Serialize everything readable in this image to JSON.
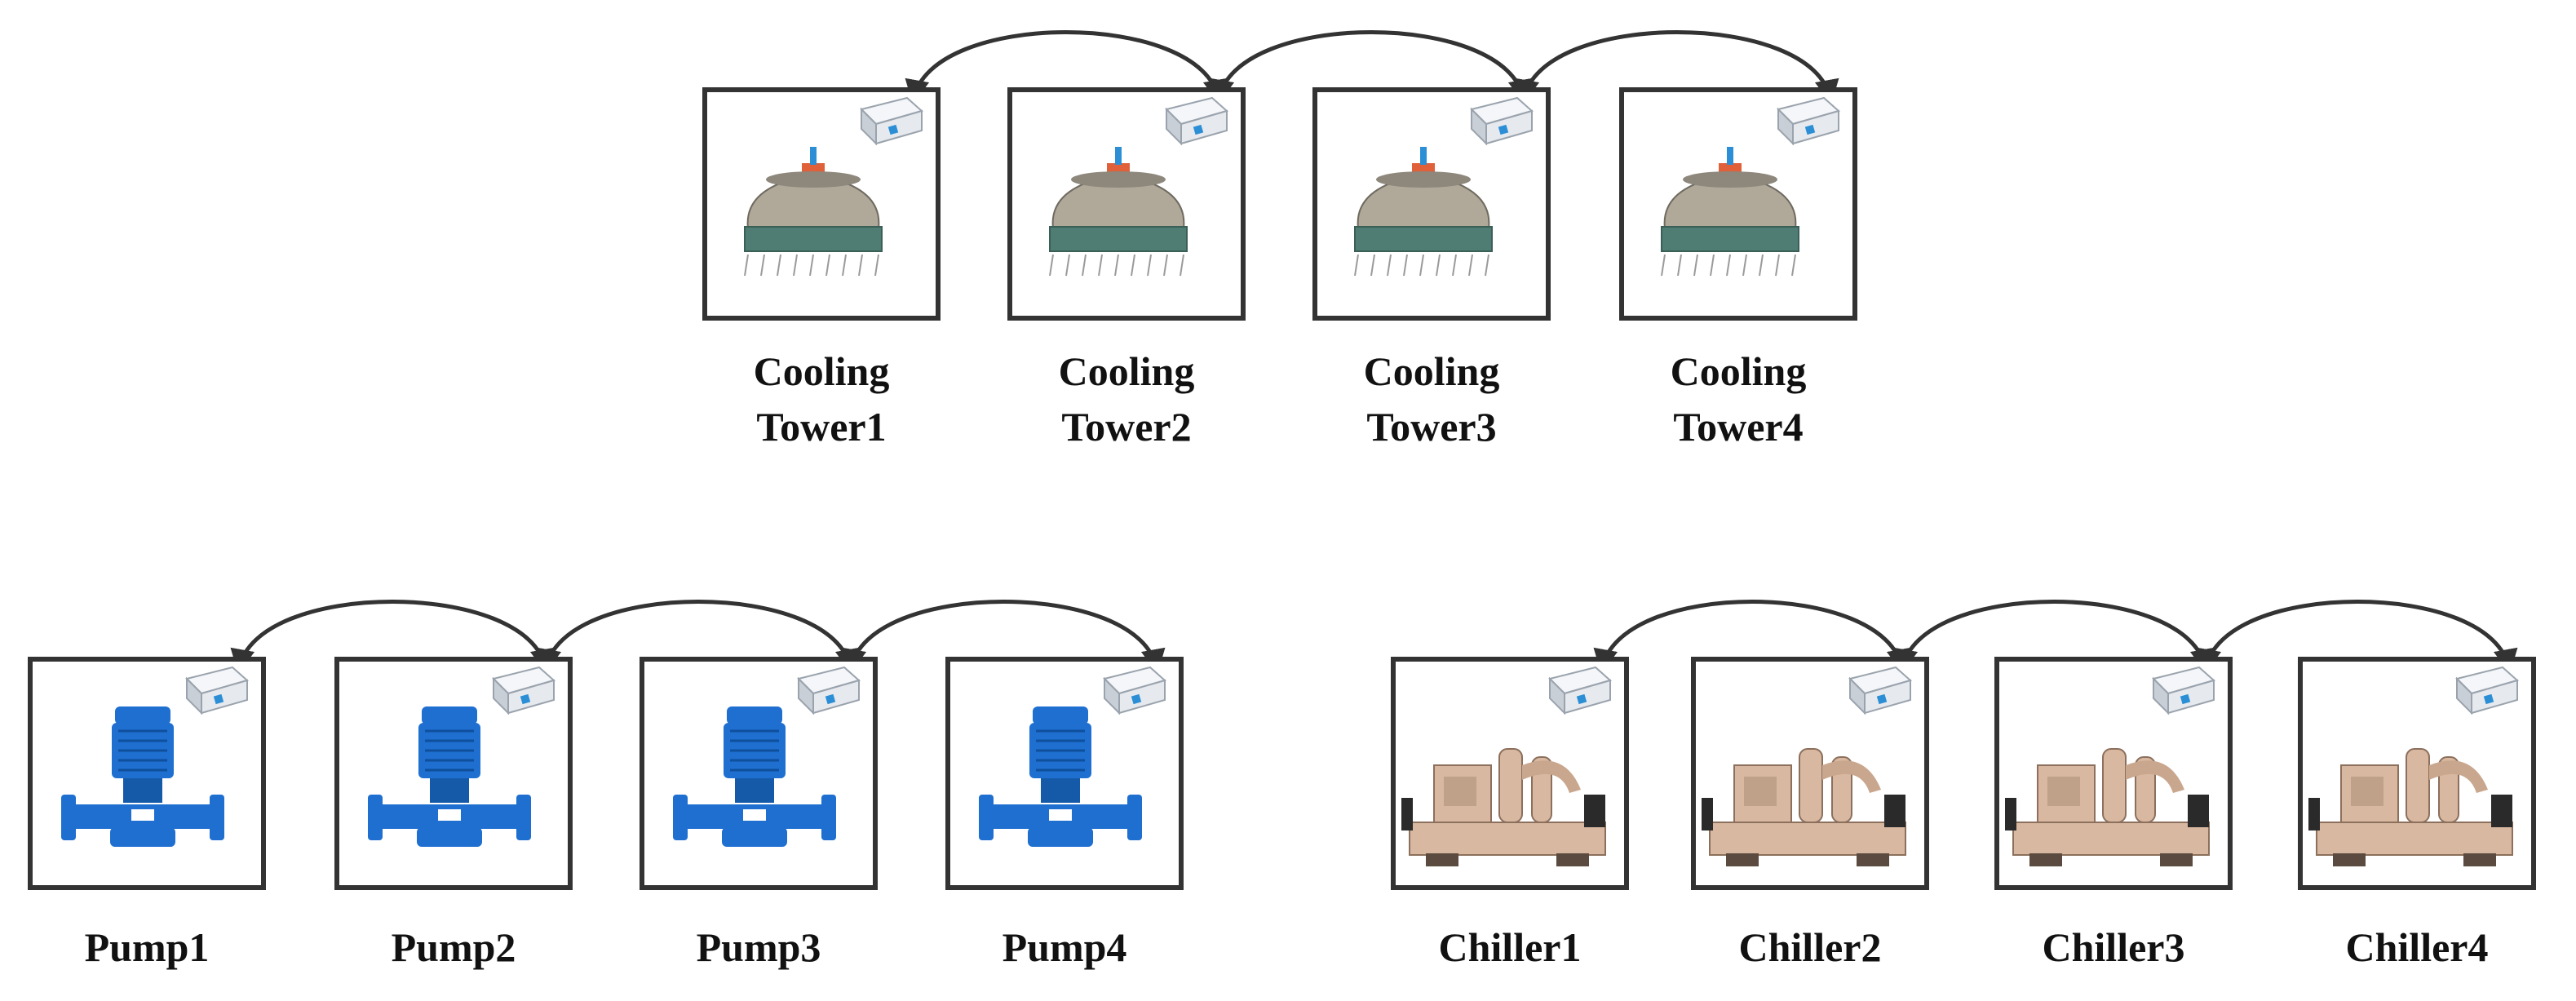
{
  "groups": [
    {
      "name": "cooling-towers",
      "kind": "cooling-tower",
      "devices": [
        {
          "label_line1": "Cooling",
          "label_line2": "Tower1"
        },
        {
          "label_line1": "Cooling",
          "label_line2": "Tower2"
        },
        {
          "label_line1": "Cooling",
          "label_line2": "Tower3"
        },
        {
          "label_line1": "Cooling",
          "label_line2": "Tower4"
        }
      ]
    },
    {
      "name": "pumps",
      "kind": "pump",
      "devices": [
        {
          "label_line1": "Pump1",
          "label_line2": ""
        },
        {
          "label_line1": "Pump2",
          "label_line2": ""
        },
        {
          "label_line1": "Pump3",
          "label_line2": ""
        },
        {
          "label_line1": "Pump4",
          "label_line2": ""
        }
      ]
    },
    {
      "name": "chillers",
      "kind": "chiller",
      "devices": [
        {
          "label_line1": "Chiller1",
          "label_line2": ""
        },
        {
          "label_line1": "Chiller2",
          "label_line2": ""
        },
        {
          "label_line1": "Chiller3",
          "label_line2": ""
        },
        {
          "label_line1": "Chiller4",
          "label_line2": ""
        }
      ]
    }
  ],
  "colors": {
    "frame": "#333333",
    "arrow": "#333333",
    "tower_body": "#b0a99a",
    "tower_band": "#4f7d73",
    "pump_blue": "#1e6fd0",
    "chiller_body": "#d8b8a0",
    "controller": "#e6e9ee",
    "controller_accent": "#2c8fd6"
  },
  "icons": {
    "tower": "cooling-tower-icon",
    "pump": "pump-icon",
    "chiller": "chiller-icon",
    "controller": "controller-box-icon"
  }
}
